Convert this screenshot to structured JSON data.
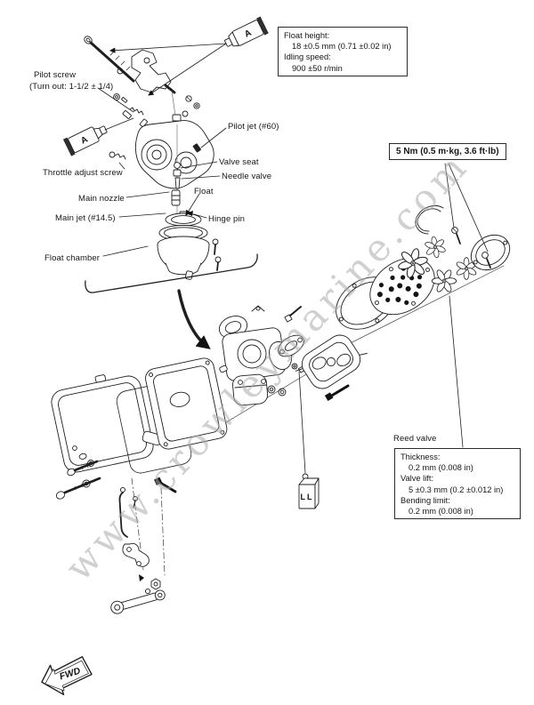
{
  "watermark": {
    "text": "www.crowleymarine.com",
    "color": "#ababab"
  },
  "icons": {
    "sealant_tube_top": "A",
    "sealant_tube_left": "A",
    "loctite_block": "LL",
    "fwd_arrow": "FWD"
  },
  "labels": {
    "pilot_screw_line1": "Pilot screw",
    "pilot_screw_line2": "(Turn out: 1-1/2 ± 1/4)",
    "pilot_jet": "Pilot jet (#60)",
    "throttle_adjust_screw": "Throttle adjust screw",
    "valve_seat": "Valve seat",
    "needle_valve": "Needle valve",
    "main_nozzle": "Main nozzle",
    "float": "Float",
    "main_jet": "Main jet (#14.5)",
    "hinge_pin": "Hinge pin",
    "float_chamber": "Float chamber",
    "reed_valve": "Reed valve"
  },
  "callouts": {
    "spec_box": {
      "lines": [
        "Float height:",
        "18 ±0.5 mm (0.71 ±0.02 in)",
        "Idling speed:",
        "900 ±50 r/min"
      ]
    },
    "torque_box": {
      "text": "5 Nm (0.5 m·kg, 3.6 ft·lb)"
    },
    "reed_box": {
      "lines": [
        "Thickness:",
        "0.2 mm (0.008 in)",
        "Valve lift:",
        "5 ±0.3 mm (0.2 ±0.012 in)",
        "Bending limit:",
        "0.2 mm (0.008 in)"
      ]
    }
  }
}
